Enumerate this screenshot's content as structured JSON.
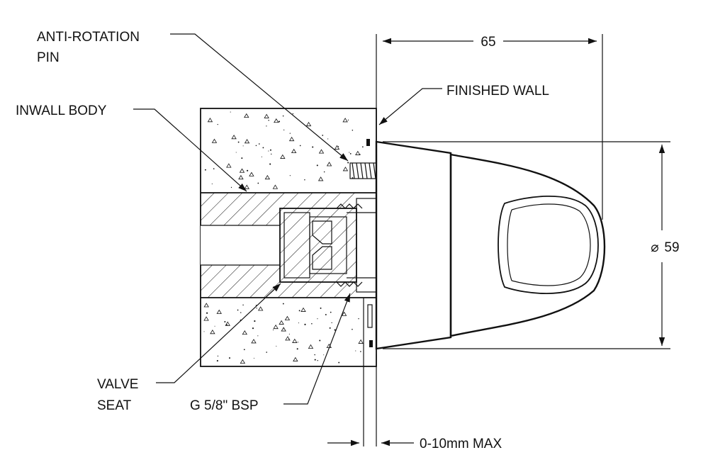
{
  "labels": {
    "anti_rotation_line1": "ANTI-ROTATION",
    "anti_rotation_line2": "PIN",
    "inwall_body": "INWALL BODY",
    "finished_wall": "FINISHED WALL",
    "valve_seat_line1": "VALVE",
    "valve_seat_line2": "SEAT",
    "thread_spec": "G 5/8\" BSP",
    "gap_max": "0-10mm MAX"
  },
  "dimensions": {
    "depth": "65",
    "diameter_symbol": "⌀",
    "diameter": "59"
  }
}
